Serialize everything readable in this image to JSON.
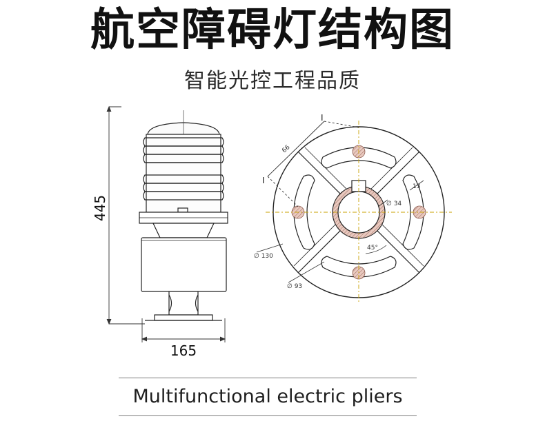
{
  "title": "航空障碍灯结构图",
  "subtitle": "智能光控工程品质",
  "side_view": {
    "height_label": "445",
    "base_width_label": "165"
  },
  "top_view": {
    "section_mark_top": "I",
    "section_mark_left": "I",
    "dim_66": "66",
    "dim_13": "13",
    "dim_34": "∅ 34",
    "dim_45": "45°",
    "dim_130": "∅ 130",
    "dim_93": "∅ 93"
  },
  "caption": "Multifunctional electric pliers"
}
